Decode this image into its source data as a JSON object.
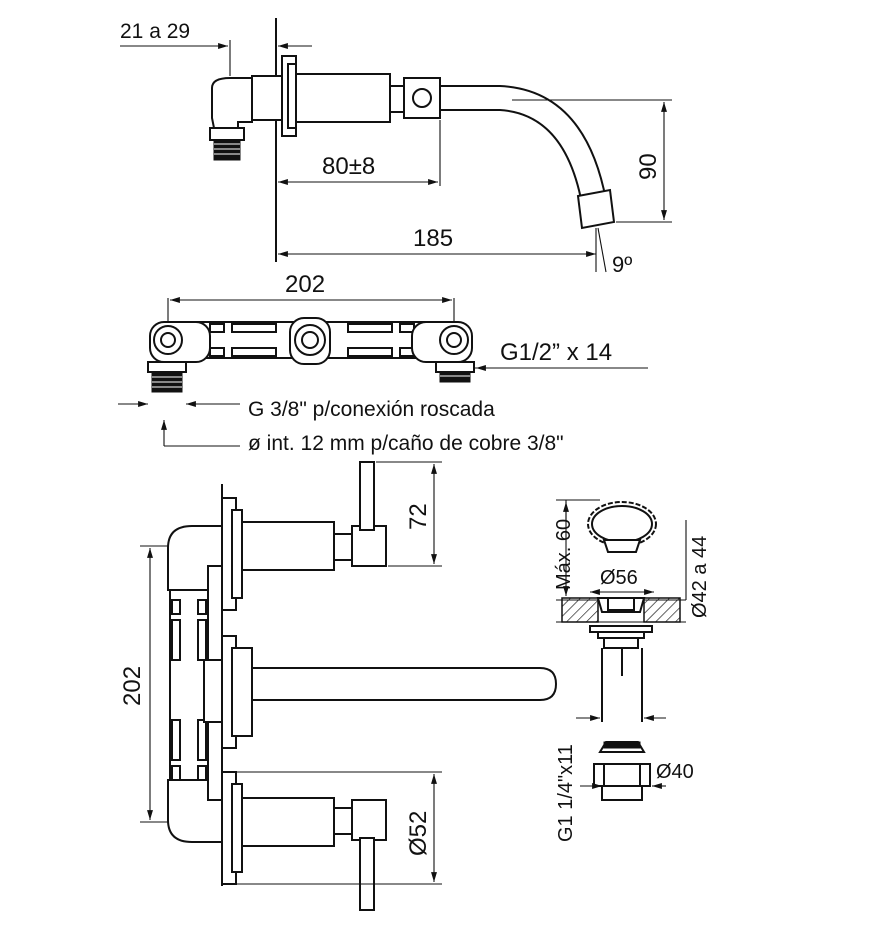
{
  "dimensions": {
    "wall_thickness": "21 a 29",
    "body_depth": "80±8",
    "spout_reach": "185",
    "spout_height": "90",
    "spout_angle": "9º",
    "center_distance_top": "202",
    "inlet_thread": "G1/2” x 14",
    "connection_thread": "G 3/8\" p/conexión roscada",
    "copper_pipe": "ø int. 12 mm p/caño de cobre 3/8\"",
    "handle_height": "72",
    "center_distance_side": "202",
    "escutcheon_diameter": "Ø52",
    "drain_max_height": "Máx. 60",
    "drain_cap_diameter": "Ø56",
    "drain_hole_range": "Ø42 a 44",
    "drain_thread": "G1 1/4\"x11",
    "drain_nut_diameter": "Ø40"
  }
}
